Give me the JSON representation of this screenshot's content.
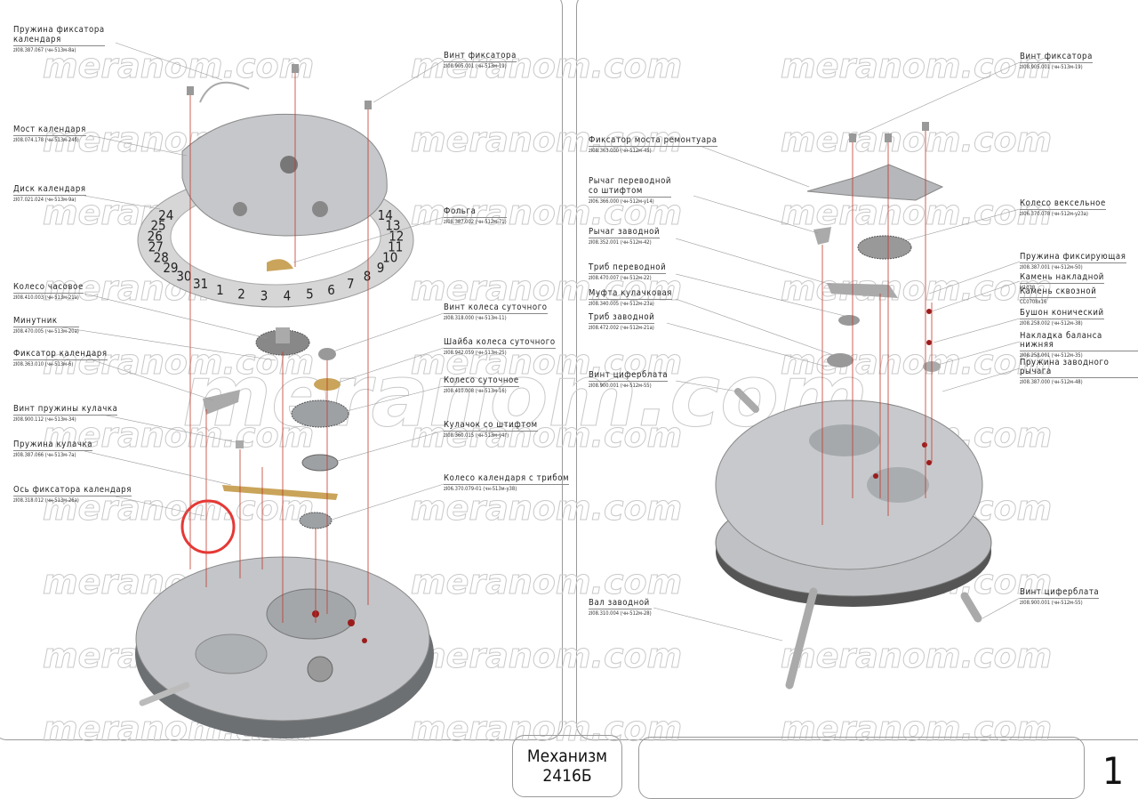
{
  "watermark": "meranom.com",
  "title": {
    "line1": "Механизм",
    "line2": "2416Б"
  },
  "page_number": "1",
  "left_labels": [
    {
      "title": "Пружина фиксатора",
      "title2": "календаря",
      "code": "zI08.387.067 (чн-513м-8а)"
    },
    {
      "title": "Мост календаря",
      "code": "zI08.074.178 (чн-513м-24б)"
    },
    {
      "title": "Диск календаря",
      "code": "zI07.021.024 (чн-513м-9а)"
    },
    {
      "title": "Колесо часовое",
      "code": "zI08.410.003 (чн-513м-21а)"
    },
    {
      "title": "Минутник",
      "code": "zI08.470.005 (чн-513м-20а)"
    },
    {
      "title": "Фиксатор календаря",
      "code": "zI08.363.010 (чн-513м-6)"
    },
    {
      "title": "Винт пружины кулачка",
      "code": "zI08.900.112 (чн-513м-34)"
    },
    {
      "title": "Пружина кулачка",
      "code": "zI08.387.066 (чн-513м-7а)"
    },
    {
      "title": "Ось фиксатора календаря",
      "code": "zI08.318.012 (чн-513м-26а)"
    }
  ],
  "middle_labels": [
    {
      "title": "Винт фиксатора",
      "code": "zI08.905.001 (чн-513м-19)"
    },
    {
      "title": "Фольга",
      "code": "zI08.387.002 (чн-512м-71)"
    },
    {
      "title": "Винт колеса суточного",
      "code": "zI08.318.000 (чн-513м-11)"
    },
    {
      "title": "Шайба колеса суточного",
      "code": "zI08.942.059 (чн-513м-25)"
    },
    {
      "title": "Колесо суточное",
      "code": "zI08.410.008 (чн-513м-16)"
    },
    {
      "title": "Кулачок со штифтом",
      "code": "zI08.360.015 (чн-513м-у4г)"
    },
    {
      "title": "Колесо календаря с трибом",
      "code": "zI06.370.079-01 (чн-513м-у38)"
    }
  ],
  "right_mid_labels": [
    {
      "title": "Фиксатор моста ремонтуара",
      "code": "zI08.363.000 (чн-512м-45)"
    },
    {
      "title": "Рычаг переводной",
      "title2": "со штифтом",
      "code": "zI06.366.000 (чн-512м-у14)"
    },
    {
      "title": "Рычаг заводной",
      "code": "zI08.352.001 (чн-512м-42)"
    },
    {
      "title": "Триб переводной",
      "code": "zI08.470.007 (чн-512м-22)"
    },
    {
      "title": "Муфта кулачковая",
      "code": "zI08.340.005 (чн-512м-23а)"
    },
    {
      "title": "Триб заводной",
      "code": "zI08.472.002 (чн-512м-21а)"
    },
    {
      "title": "Винт циферблата",
      "code": "zI08.900.001 (чн-512м-55)"
    },
    {
      "title": "Вал заводной",
      "code": "zI08.310.004 (чн-512м-28)"
    }
  ],
  "right_labels": [
    {
      "title": "Винт фиксатора",
      "code": "zI08.905.001 (чн-513м-19)"
    },
    {
      "title": "Колесо вексельное",
      "code": "zI06.370.078 (чн-512м-у23а)"
    },
    {
      "title": "Пружина фиксирующая",
      "code": "zI08.387.001 (чн-512м-50)"
    },
    {
      "title": "Камень накладной",
      "code": "Н1018"
    },
    {
      "title": "Камень сквозной",
      "code": "СС0708х16"
    },
    {
      "title": "Бушон конический",
      "code": "zI08.258.002 (чн-512м-38)"
    },
    {
      "title": "Накладка баланса нижняя",
      "code": "zI08.258.001 (чн-512м-35)"
    },
    {
      "title": "Пружина заводного рычага",
      "code": "zI08.387.000 (чн-512м-48)"
    },
    {
      "title": "Винт циферблата",
      "code": "zI08.900.001 (чн-512м-55)"
    }
  ],
  "calendar_digits": [
    "14",
    "13",
    "12",
    "11",
    "10",
    "9",
    "8",
    "7",
    "6",
    "5",
    "4",
    "3",
    "2",
    "1",
    "31",
    "30",
    "29",
    "28",
    "27",
    "26",
    "25",
    "24"
  ],
  "colors": {
    "metal": "#b8babd",
    "metal_dark": "#8d9093",
    "brass": "#c9a45a",
    "ruby": "#9b1c1c",
    "leader": "#c0392b",
    "highlight": "#e53935"
  }
}
